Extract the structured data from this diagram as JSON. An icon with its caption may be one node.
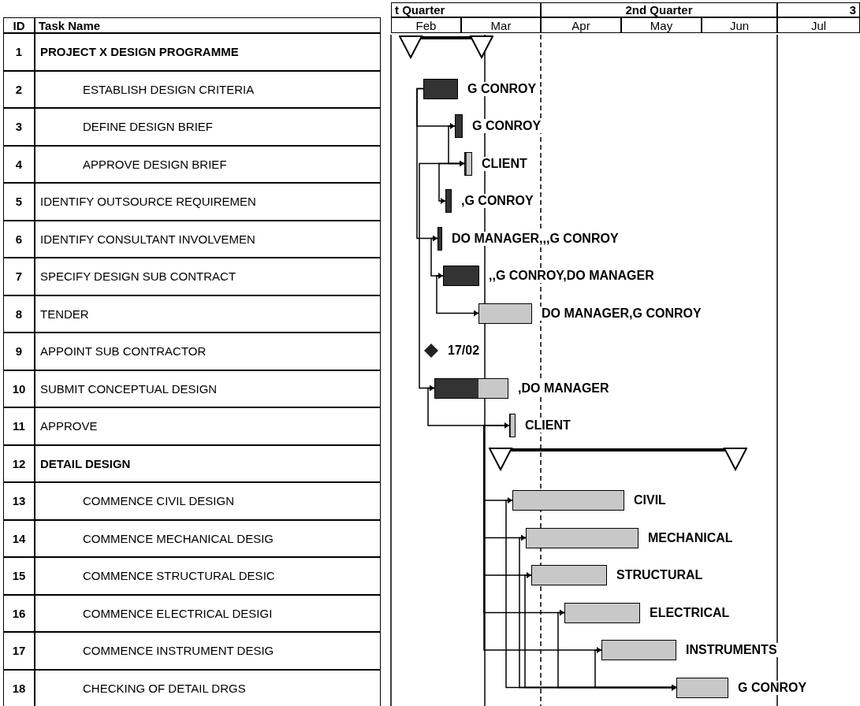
{
  "diagram": {
    "nodes": [
      {
        "text": [],
        "shape": "bar"
      },
      {
        "text": [],
        "shape": "bar",
        "beside": [
          "G CONROY"
        ]
      },
      {
        "text": [],
        "shape": "bar",
        "beside": [
          "G CONROY"
        ]
      },
      {
        "text": [],
        "shape": "bar",
        "beside": [
          "CLIENT"
        ]
      },
      {
        "text": [],
        "shape": "bar",
        "beside": [
          ",G CONROY"
        ]
      },
      {
        "text": [],
        "shape": "bar",
        "beside": [
          "DO MANAGER,,,G CONROY"
        ]
      },
      {
        "text": [],
        "shape": "bar",
        "beside": [
          ",,G CONROY,DO MANAGER"
        ]
      },
      {
        "text": [],
        "shape": "bar",
        "beside": [
          "DO MANAGER,G CONROY"
        ]
      },
      {
        "text": [],
        "shape": "diamond",
        "beside": [
          "17/02"
        ]
      },
      {
        "text": [],
        "shape": "bar",
        "beside": [
          ",DO MANAGER"
        ]
      },
      {
        "text": [],
        "shape": "bar",
        "beside": [
          "CLIENT"
        ]
      },
      {
        "text": [],
        "shape": "bar"
      },
      {
        "text": [],
        "shape": "bar",
        "beside": [
          "CIVIL"
        ]
      },
      {
        "text": [],
        "shape": "bar",
        "beside": [
          "MECHANICAL"
        ]
      },
      {
        "text": [],
        "shape": "bar",
        "beside": [
          "STRUCTURAL"
        ]
      },
      {
        "text": [],
        "shape": "bar",
        "beside": [
          "ELECTRICAL"
        ]
      },
      {
        "text": [],
        "shape": "bar",
        "beside": [
          "INSTRUMENTS"
        ]
      },
      {
        "text": [],
        "shape": "bar",
        "beside": [
          "G CONROY"
        ]
      }
    ],
    "edges": [
      {
        "from": 1,
        "to": 2,
        "arrow": "to"
      },
      {
        "from": 2,
        "to": 3,
        "arrow": "to"
      },
      {
        "from": 3,
        "to": 4,
        "arrow": "to"
      },
      {
        "from": 1,
        "to": 5,
        "arrow": "to"
      },
      {
        "from": 5,
        "to": 6,
        "arrow": "to"
      },
      {
        "from": 6,
        "to": 7,
        "arrow": "to"
      },
      {
        "from": 3,
        "to": 9,
        "arrow": "to"
      },
      {
        "from": 9,
        "to": 10,
        "arrow": "to"
      },
      {
        "from": 10,
        "to": 12,
        "arrow": "to"
      },
      {
        "from": 10,
        "to": 13,
        "arrow": "to"
      },
      {
        "from": 10,
        "to": 14,
        "arrow": "to"
      },
      {
        "from": 10,
        "to": 15,
        "arrow": "to"
      },
      {
        "from": 10,
        "to": 16,
        "arrow": "to"
      },
      {
        "from": 12,
        "to": 17,
        "arrow": "to"
      },
      {
        "from": 13,
        "to": 17,
        "arrow": "to"
      },
      {
        "from": 14,
        "to": 17,
        "arrow": "to"
      },
      {
        "from": 15,
        "to": 17,
        "arrow": "to"
      },
      {
        "from": 16,
        "to": 17,
        "arrow": "to"
      }
    ],
    "labels": [
      "t Quarter",
      "2nd Quarter",
      "3",
      "ID",
      "Task Name",
      "Feb",
      "Mar",
      "Apr",
      "May",
      "Jun",
      "Jul",
      "1",
      "PROJECT X DESIGN PROGRAMME",
      "2",
      "ESTABLISH DESIGN CRITERIA",
      "3",
      "DEFINE DESIGN BRIEF",
      "4",
      "APPROVE DESIGN BRIEF",
      "5",
      "IDENTIFY OUTSOURCE REQUIREMEN",
      "6",
      "IDENTIFY CONSULTANT INVOLVEMEN",
      "7",
      "SPECIFY DESIGN SUB CONTRACT",
      "8",
      "TENDER",
      "9",
      "APPOINT SUB CONTRACTOR",
      "10",
      "SUBMIT CONCEPTUAL DESIGN",
      "11",
      "APPROVE",
      "12",
      "DETAIL DESIGN",
      "13",
      "COMMENCE CIVIL DESIGN",
      "14",
      "COMMENCE MECHANICAL DESIG",
      "15",
      "COMMENCE STRUCTURAL DESIC",
      "16",
      "COMMENCE ELECTRICAL DESIGI",
      "17",
      "COMMENCE INSTRUMENT DESIG",
      "18",
      "CHECKING OF DETAIL DRGS"
    ]
  }
}
